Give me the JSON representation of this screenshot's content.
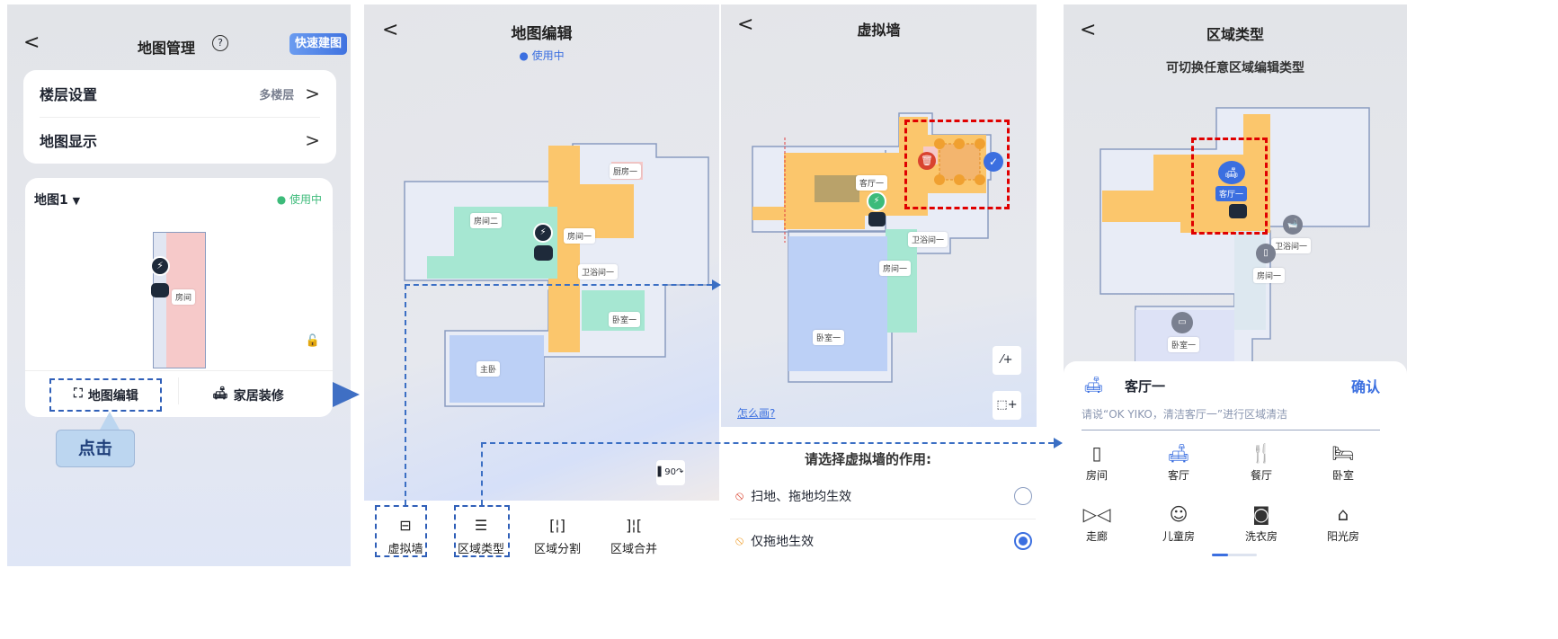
{
  "panel1": {
    "back": "<",
    "title": "地图管理",
    "help_icon": "?",
    "quick_build": "快速建图",
    "rows": [
      {
        "label": "楼层设置",
        "value": "多楼层"
      },
      {
        "label": "地图显示",
        "value": ""
      }
    ],
    "map_name": "地图1",
    "status": "使用中",
    "room_label": "房间",
    "actions": [
      {
        "label": "地图编辑",
        "icon": "map-edit-icon"
      },
      {
        "label": "家居装修",
        "icon": "sofa-icon"
      }
    ],
    "callout": "点击"
  },
  "panel2": {
    "back": "<",
    "title": "地图编辑",
    "status": "使用中",
    "rooms": [
      "厨房一",
      "房间二",
      "房间一",
      "卫浴间一",
      "卧室一",
      "主卧"
    ],
    "rotate_label": "90",
    "toolbar": [
      {
        "label": "虚拟墙",
        "icon": "virtual-wall-icon"
      },
      {
        "label": "区域类型",
        "icon": "list-icon"
      },
      {
        "label": "区域分割",
        "icon": "split-icon"
      },
      {
        "label": "区域合并",
        "icon": "merge-icon"
      }
    ]
  },
  "panel3": {
    "back": "<",
    "title": "虚拟墙",
    "rooms": [
      "客厅一",
      "卫浴间一",
      "房间一",
      "卧室一"
    ],
    "help_link": "怎么画?",
    "prompt": "请选择虚拟墙的作用:",
    "options": [
      {
        "label": "扫地、拖地均生效",
        "selected": false
      },
      {
        "label": "仅拖地生效",
        "selected": true
      }
    ]
  },
  "panel4": {
    "back": "<",
    "title": "区域类型",
    "subtitle": "可切换任意区域编辑类型",
    "rooms": [
      "客厅一",
      "卫浴间一",
      "房间一",
      "卧室一"
    ],
    "sheet": {
      "room": "客厅一",
      "confirm": "确认",
      "hint": "请说“OK YIKO，清洁客厅一”进行区域清洁",
      "categories": [
        {
          "label": "房间",
          "icon": "door-icon"
        },
        {
          "label": "客厅",
          "icon": "sofa-icon",
          "selected": true
        },
        {
          "label": "餐厅",
          "icon": "cutlery-icon"
        },
        {
          "label": "卧室",
          "icon": "bed-icon"
        },
        {
          "label": "走廊",
          "icon": "corridor-icon"
        },
        {
          "label": "儿童房",
          "icon": "baby-icon"
        },
        {
          "label": "洗衣房",
          "icon": "washer-icon"
        },
        {
          "label": "阳光房",
          "icon": "sun-house-icon"
        }
      ]
    }
  },
  "colors": {
    "accent": "#3b6fe0",
    "green": "#3dbb7a",
    "highlight": "#e00000",
    "annotation": "#2f5fb8"
  }
}
